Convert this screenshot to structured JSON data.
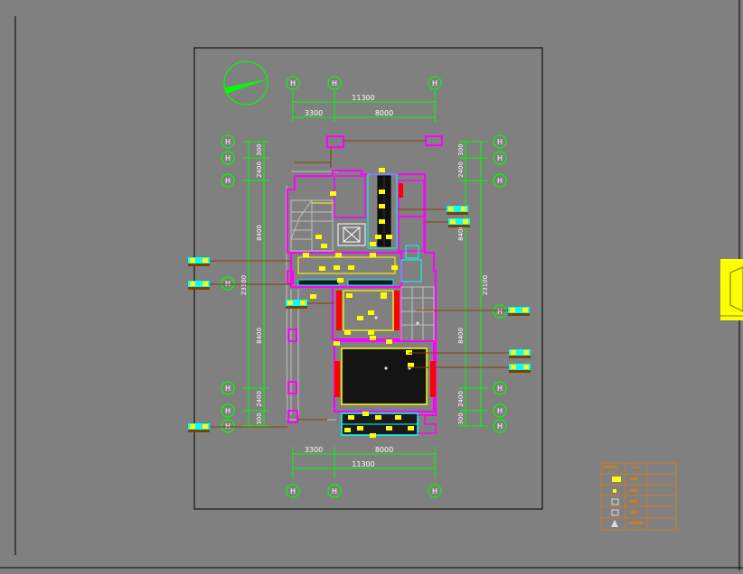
{
  "colors": {
    "background": "#808080",
    "frame": "#000000",
    "dimension": "#00ff00",
    "wall": "#ff00ff",
    "fixture": "#ffff00",
    "furniture": "#00ffff",
    "leader": "#804000",
    "legend": "#c87d28"
  },
  "dimensions": {
    "top_total": "11300",
    "top_left": "3300",
    "top_right": "8000",
    "bottom_total": "11300",
    "bottom_left": "3300",
    "bottom_right": "8000",
    "left_a": "2400",
    "left_b": "8400",
    "left_total": "23100",
    "left_c": "8400",
    "left_d": "2400",
    "left_top_small": "300",
    "left_bottom_small": "300",
    "right_a": "2400",
    "right_b": "8400",
    "right_total": "23100",
    "right_c": "8400",
    "right_d": "2400",
    "right_top_small": "300",
    "right_bottom_small": "300"
  },
  "axis_bubbles": {
    "top": [
      "H",
      "H",
      "H"
    ],
    "bottom": [
      "H",
      "H",
      "H"
    ],
    "left": [
      "H",
      "H",
      "H",
      "H",
      "H",
      "H",
      "H"
    ],
    "right": [
      "H",
      "H",
      "H",
      "H",
      "H",
      "H",
      "H"
    ]
  },
  "legend": {
    "rows": 6
  },
  "icons": {
    "north": "north-arrow-icon",
    "right_tab": "hexagon-tab-icon"
  }
}
